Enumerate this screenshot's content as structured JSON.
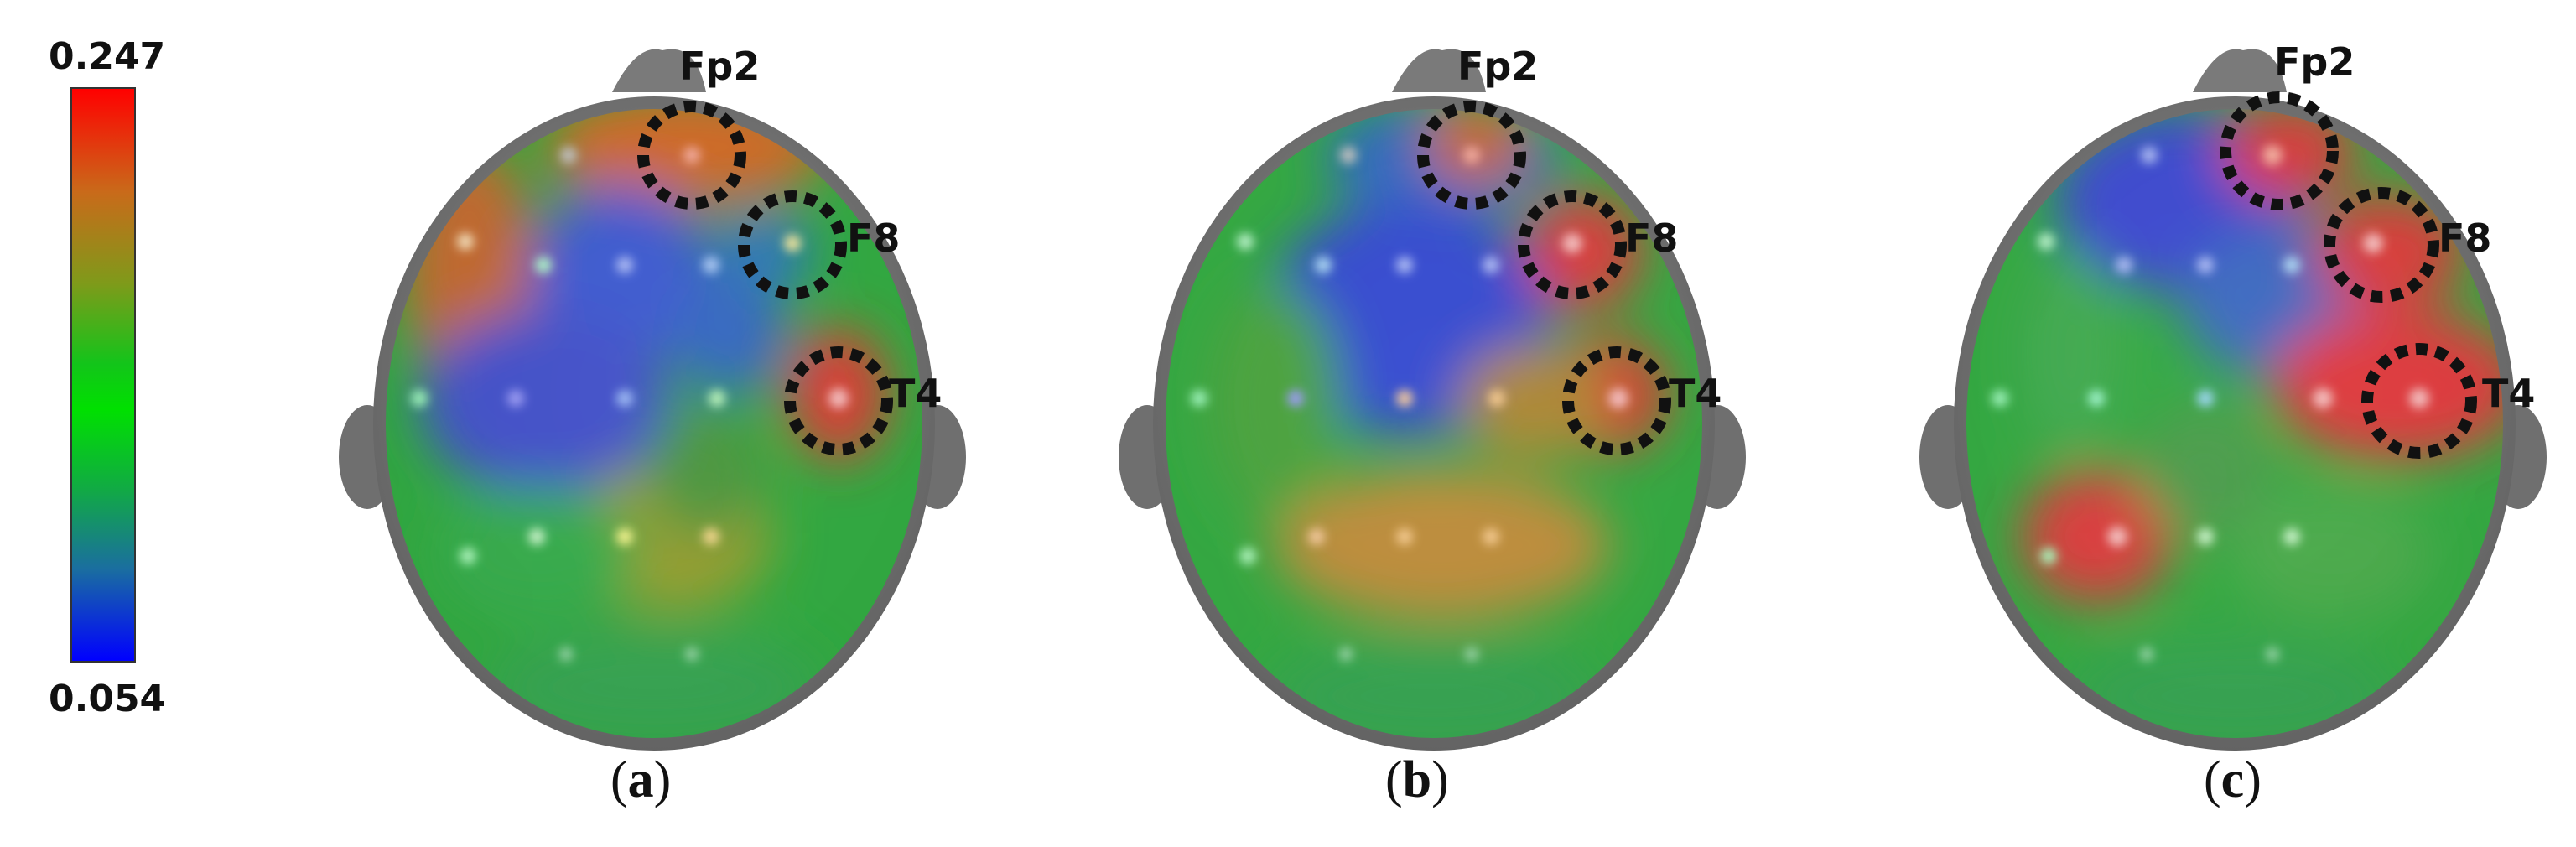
{
  "colorbar": {
    "max_label": "0.247",
    "min_label": "0.054",
    "colors": [
      "#ff0000",
      "#c96a1a",
      "#7f9a1a",
      "#13c41a",
      "#00e000",
      "#11aa44",
      "#1a6ea0",
      "#0000ff"
    ]
  },
  "panels": [
    {
      "caption_open": "(",
      "caption_letter": "a",
      "caption_close": ")",
      "electrodes": [
        {
          "label": "Fp2"
        },
        {
          "label": "F8"
        },
        {
          "label": "T4"
        }
      ]
    },
    {
      "caption_open": "(",
      "caption_letter": "b",
      "caption_close": ")",
      "electrodes": [
        {
          "label": "Fp2"
        },
        {
          "label": "F8"
        },
        {
          "label": "T4"
        }
      ]
    },
    {
      "caption_open": "(",
      "caption_letter": "c",
      "caption_close": ")",
      "electrodes": [
        {
          "label": "Fp2"
        },
        {
          "label": "F8"
        },
        {
          "label": "T4"
        }
      ]
    }
  ]
}
